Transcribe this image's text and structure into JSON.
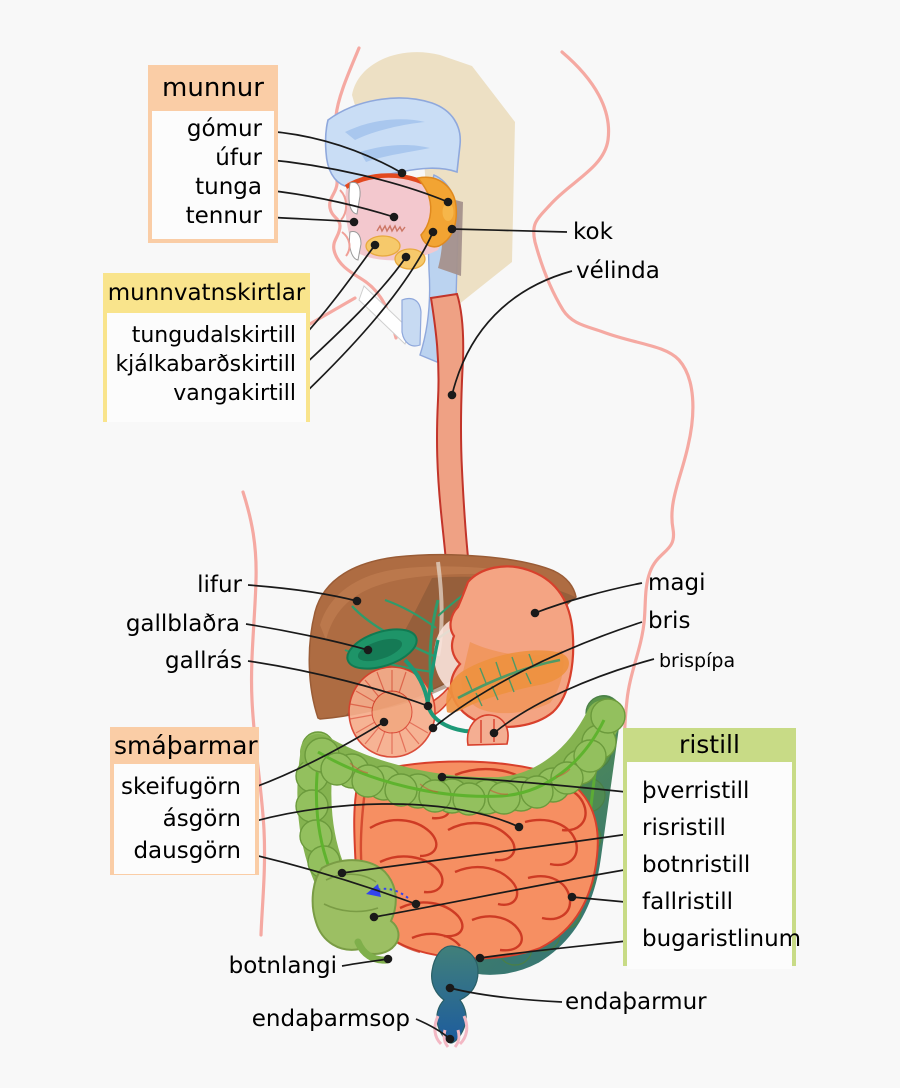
{
  "boxes": {
    "munnur": {
      "header": "munnur",
      "items": [
        "gómur",
        "úfur",
        "tunga",
        "tennur"
      ]
    },
    "munnvatnskirtlar": {
      "header": "munnvatnskirtlar",
      "items": [
        "tungudalskirtill",
        "kjálkabarðskirtill",
        "vangakirtill"
      ]
    },
    "smatharmar": {
      "header": "smáþarmar",
      "items": [
        "skeifugörn",
        "ásgörn",
        "dausgörn"
      ]
    },
    "ristill": {
      "header": "ristill",
      "items": [
        "þverristill",
        "risristill",
        "botnristill",
        "fallristill",
        "bugaristlinum"
      ]
    }
  },
  "labels": {
    "kok": "kok",
    "velinda": "vélinda",
    "lifur": "lifur",
    "gallbladra": "gallblaðra",
    "gallras": "gallrás",
    "magi": "magi",
    "bris": "bris",
    "brispipa": "brispípa",
    "botnlangi": "botnlangi",
    "endatharmsop": "endaþarmsop",
    "endatharmur": "endaþarmur"
  },
  "colors": {
    "background": "#f8f8f8",
    "box_peach": "#facda6",
    "box_yellow": "#f9e48c",
    "box_green": "#c8db86",
    "box_body": "#fcfcfc",
    "body_outline_pink": "#f5a9a2",
    "leader_black": "#1a1a1a",
    "liver_brown": "#ae6c42",
    "stomach_salmon": "#f4a483",
    "pancreas_orange": "#ee9140",
    "gallbladder_green": "#1e9468",
    "colon_green": "#93c05e",
    "descending_teal": "#417e6c",
    "small_intestine_orange": "#f68f62",
    "intestine_line_red": "#ce3b24",
    "rectum_blue": "#1d5c9e",
    "palate_blue": "#c9ddf5",
    "tongue_orange": "#f2a433"
  }
}
